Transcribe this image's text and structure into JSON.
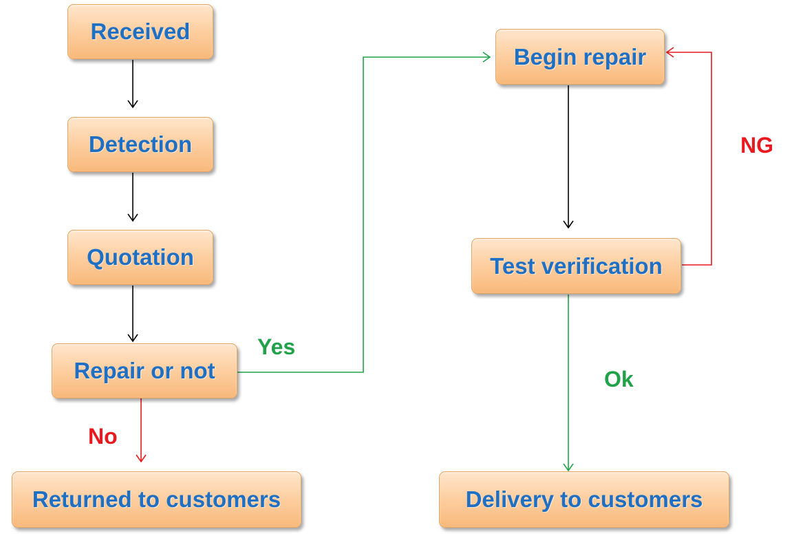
{
  "nodes": {
    "received": "Received",
    "detection": "Detection",
    "quotation": "Quotation",
    "repair_or_not": "Repair or not",
    "returned": "Returned to customers",
    "begin_repair": "Begin repair",
    "test_verification": "Test verification",
    "delivery": "Delivery to customers"
  },
  "edge_labels": {
    "yes": "Yes",
    "no": "No",
    "ng": "NG",
    "ok": "Ok"
  },
  "colors": {
    "node_text": "#1f6fc2",
    "node_fill": "#fdd0a3",
    "flow_default": "#000000",
    "flow_yes": "#21a24a",
    "flow_no": "#e8191f"
  }
}
